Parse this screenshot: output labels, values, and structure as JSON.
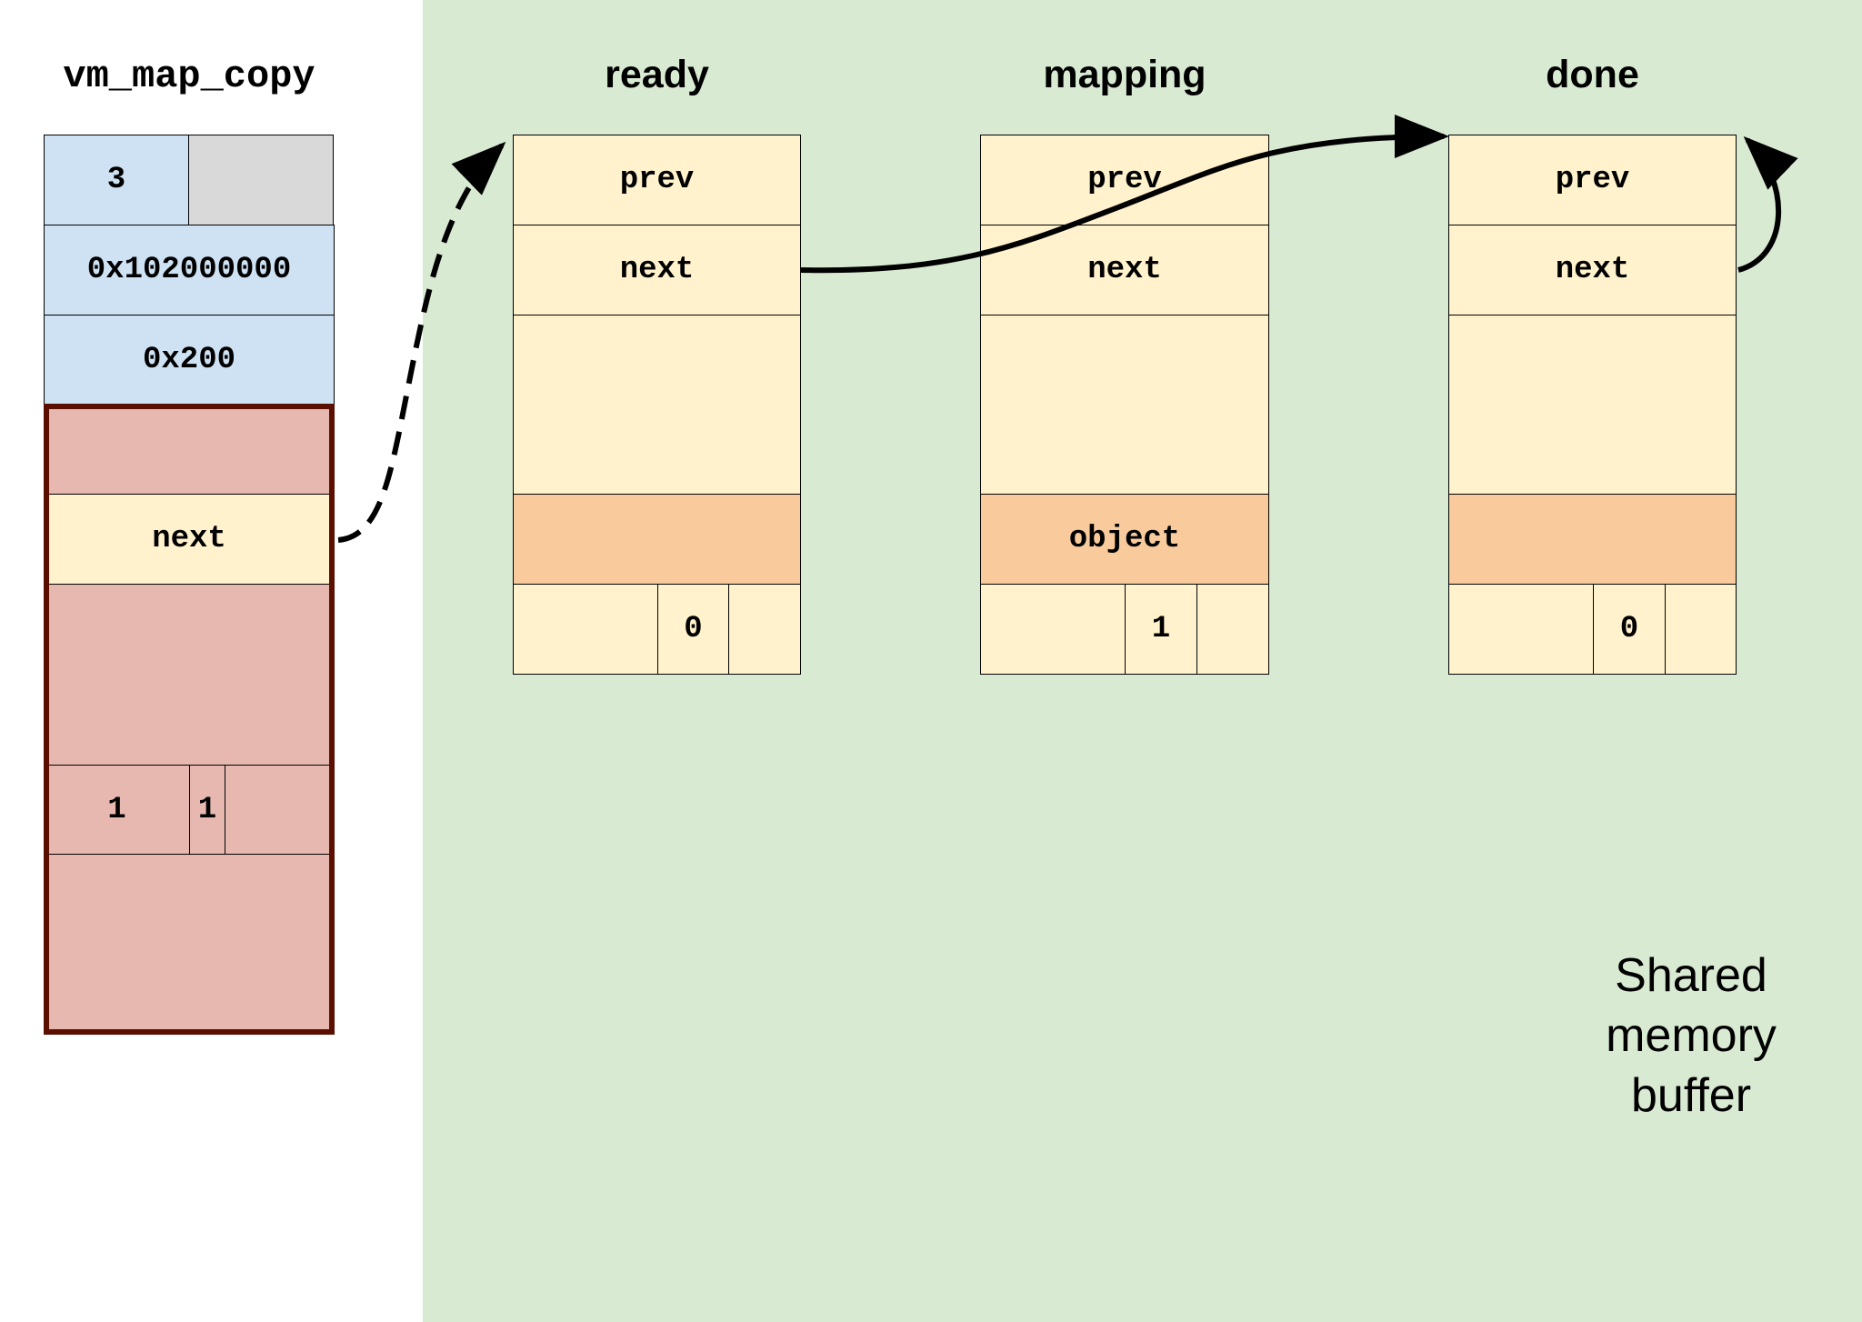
{
  "colors": {
    "shared_bg": "#d9ead3",
    "blue_cell": "#cfe2f3",
    "gray_cell": "#d9d9d9",
    "cream_cell": "#fff2cc",
    "peach_cell": "#f9cb9c",
    "pink_cell": "#e6b8af",
    "outline": "#5b0f00"
  },
  "vm_map_copy": {
    "title": "vm_map_copy",
    "type_value": "3",
    "offset_value": "0x102000000",
    "size_value": "0x200",
    "entry_next_label": "next",
    "flag_a": "1",
    "flag_b": "1"
  },
  "entries": [
    {
      "title": "ready",
      "prev_label": "prev",
      "next_label": "next",
      "object_label": "",
      "flag_value": "0"
    },
    {
      "title": "mapping",
      "prev_label": "prev",
      "next_label": "next",
      "object_label": "object",
      "flag_value": "1"
    },
    {
      "title": "done",
      "prev_label": "prev",
      "next_label": "next",
      "object_label": "",
      "flag_value": "0"
    }
  ],
  "shared_memory_label": [
    "Shared",
    "memory",
    "buffer"
  ]
}
